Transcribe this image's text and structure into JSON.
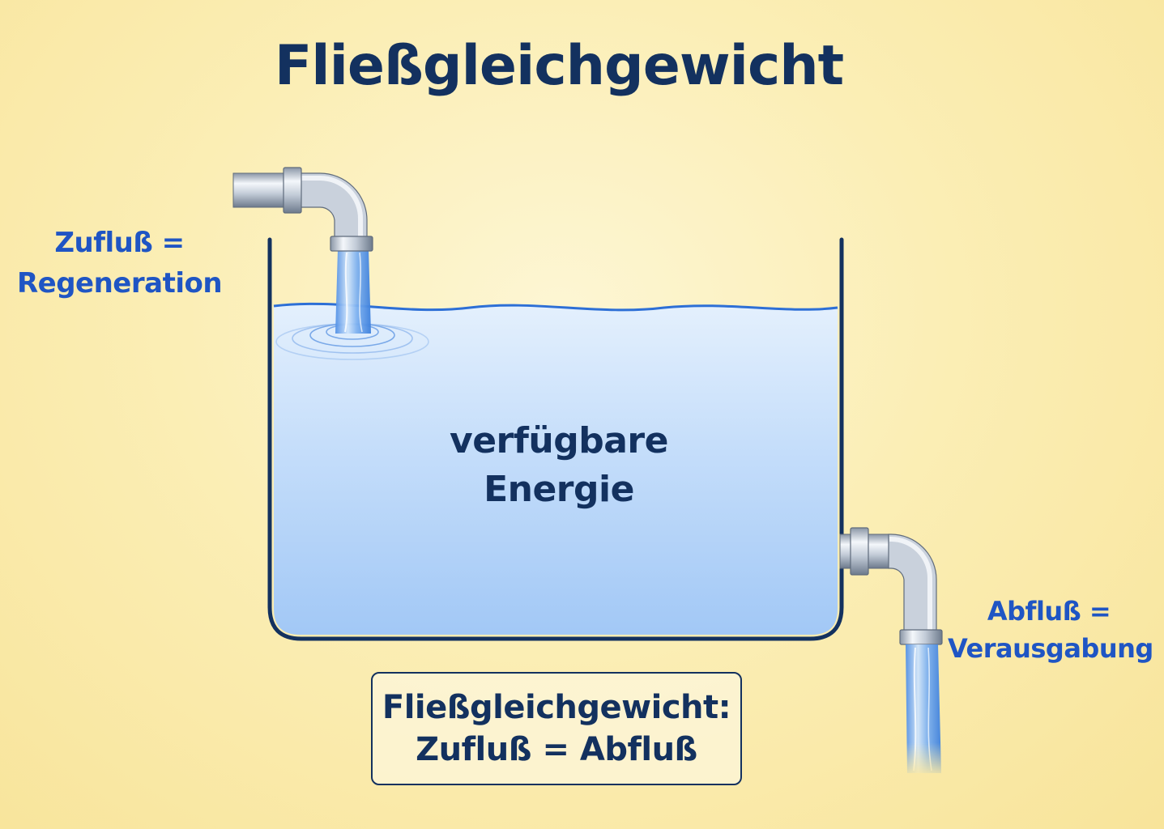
{
  "title": "Fließgleichgewicht",
  "inflow": {
    "line1": "Zufluß =",
    "line2": "Regeneration"
  },
  "tank": {
    "line1": "verfügbare",
    "line2": "Energie"
  },
  "outflow": {
    "line1": "Abfluß =",
    "line2": "Verausgabung"
  },
  "formula": {
    "line1": "Fließgleichgewicht:",
    "line2": "Zufluß = Abfluß"
  },
  "colors": {
    "title": "#13315f",
    "label": "#1f55c4",
    "water": "#a9cdf7",
    "tank_outline": "#13315f"
  },
  "icons": {
    "inflow_pipe": "pipe-elbow-icon",
    "outflow_pipe": "pipe-elbow-icon"
  }
}
